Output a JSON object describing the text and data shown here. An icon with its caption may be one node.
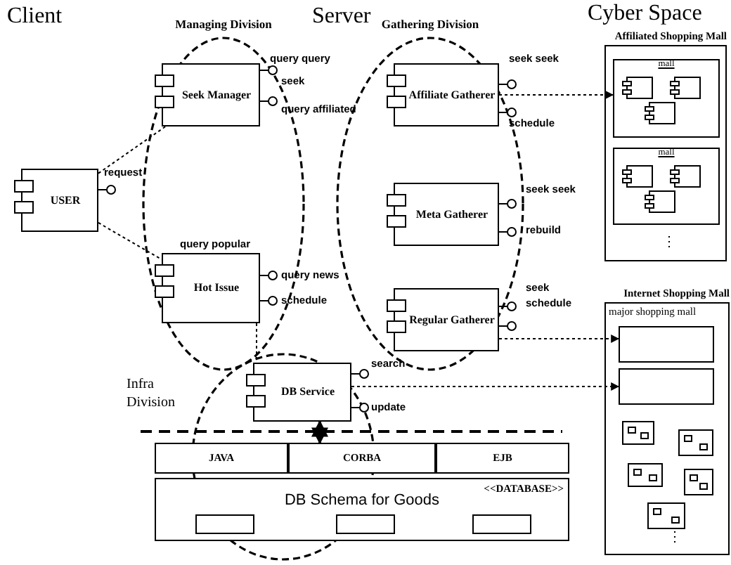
{
  "diagram": {
    "nodes": [
      {
        "text": [
          "Managing Division"
        ]
      },
      {
        "text": [
          "Gathering Division"
        ]
      },
      {
        "text": [
          "Affiliated Shopping Mall"
        ]
      },
      {
        "text": [
          "mall"
        ],
        "in": 2
      },
      {
        "text": [
          "mall"
        ],
        "in": 2
      },
      {
        "text": [
          "Seek Manager"
        ],
        "in": 0
      },
      {
        "text": [
          "Affiliate Gatherer"
        ],
        "in": 1
      },
      {
        "text": [
          "USER"
        ]
      },
      {
        "text": [
          "Meta Gatherer"
        ],
        "in": 1
      },
      {
        "text": [
          "Hot Issue"
        ],
        "in": 0
      },
      {
        "text": [
          "Internet Shopping Mall",
          "major shopping mall"
        ]
      },
      {
        "text": [
          "Regular Gatherer"
        ],
        "in": 1
      },
      {
        "text": [
          "Infra Division"
        ]
      },
      {
        "text": [
          "DB Service"
        ],
        "in": 12
      },
      {
        "text": [
          "JAVA"
        ]
      },
      {
        "text": [
          "CORBA"
        ]
      },
      {
        "text": [
          "EJB"
        ]
      },
      {
        "text": [
          "DB Schema for Goods",
          "<<DATABASE>>"
        ]
      },
      {
        "text": [],
        "shape": "box",
        "in": 10
      },
      {
        "text": [],
        "shape": "box",
        "in": 10
      }
    ],
    "edges": [
      {
        "from": 7,
        "to": 5,
        "arrow": "none",
        "style": "dashed"
      },
      {
        "from": 7,
        "to": 9,
        "arrow": "none",
        "style": "dashed"
      },
      {
        "from": 6,
        "to": 3,
        "arrow": "to",
        "style": "dashed"
      },
      {
        "from": 11,
        "to": 18,
        "arrow": "to",
        "style": "dashed"
      },
      {
        "from": 13,
        "to": 19,
        "arrow": "to",
        "style": "dashed"
      },
      {
        "from": 9,
        "to": 13,
        "arrow": "none",
        "style": "dashed"
      },
      {
        "from": 13,
        "to": 15,
        "arrow": "both"
      }
    ],
    "labels": [
      "Client",
      "Server",
      "Cyber Space",
      "query query",
      "seek",
      "query affiliated",
      "request",
      "seek seek",
      "schedule",
      "seek seek",
      "rebuild",
      "query popular",
      "query news",
      "schedule",
      "seek",
      "schedule",
      "search",
      "update",
      "⋮",
      "⋮"
    ]
  }
}
